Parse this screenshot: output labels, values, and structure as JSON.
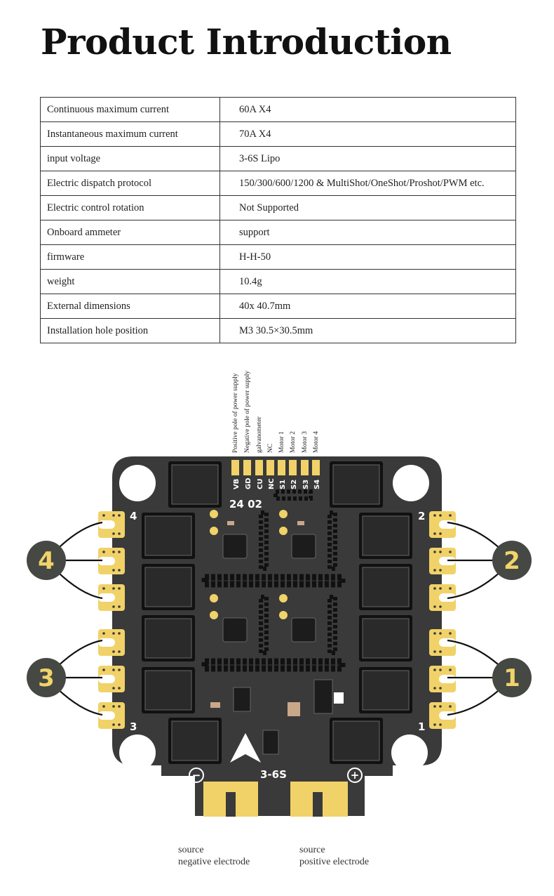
{
  "title": "Product Introduction",
  "specs": [
    {
      "label": "Continuous maximum current",
      "value": "60A X4"
    },
    {
      "label": "Instantaneous maximum current",
      "value": "70A X4"
    },
    {
      "label": "input voltage",
      "value": "3-6S  Lipo"
    },
    {
      "label": "Electric dispatch protocol",
      "value": "150/300/600/1200 & MultiShot/OneShot/Proshot/PWM etc."
    },
    {
      "label": "Electric control rotation",
      "value": "Not Supported"
    },
    {
      "label": "Onboard ammeter",
      "value": "support"
    },
    {
      "label": "firmware",
      "value": "H-H-50"
    },
    {
      "label": "weight",
      "value": "10.4g"
    },
    {
      "label": "External dimensions",
      "value": "40x 40.7mm"
    },
    {
      "label": "Installation hole position",
      "value": "M3 30.5×30.5mm"
    }
  ],
  "pin_labels": [
    "Positive pole of power supply",
    "Negative pole of power supply",
    "galvanometer",
    "NC",
    "Motor 1",
    "Motor 2",
    "Motor 3",
    "Motor 4"
  ],
  "board": {
    "pad_codes": [
      "VB",
      "GD",
      "CU",
      "NC",
      "S1",
      "S2",
      "S3",
      "S4"
    ],
    "model_code": "24  02",
    "voltage_mark": "3-6S",
    "minus_mark": "−",
    "plus_mark": "+",
    "corner_numbers": [
      "4",
      "2",
      "3",
      "1"
    ],
    "motor_badges": [
      "4",
      "2",
      "3",
      "1"
    ]
  },
  "footer": {
    "negative": {
      "line1": "source",
      "line2": "negative electrode"
    },
    "positive": {
      "line1": "source",
      "line2": "positive electrode"
    }
  },
  "colors": {
    "board": "#3a3a3a",
    "pad_gold": "#f1d268",
    "badge_bg": "#454843",
    "badge_text": "#f0d46a",
    "mosfet": "#2a2a2a",
    "label_text": "#ffffff"
  }
}
